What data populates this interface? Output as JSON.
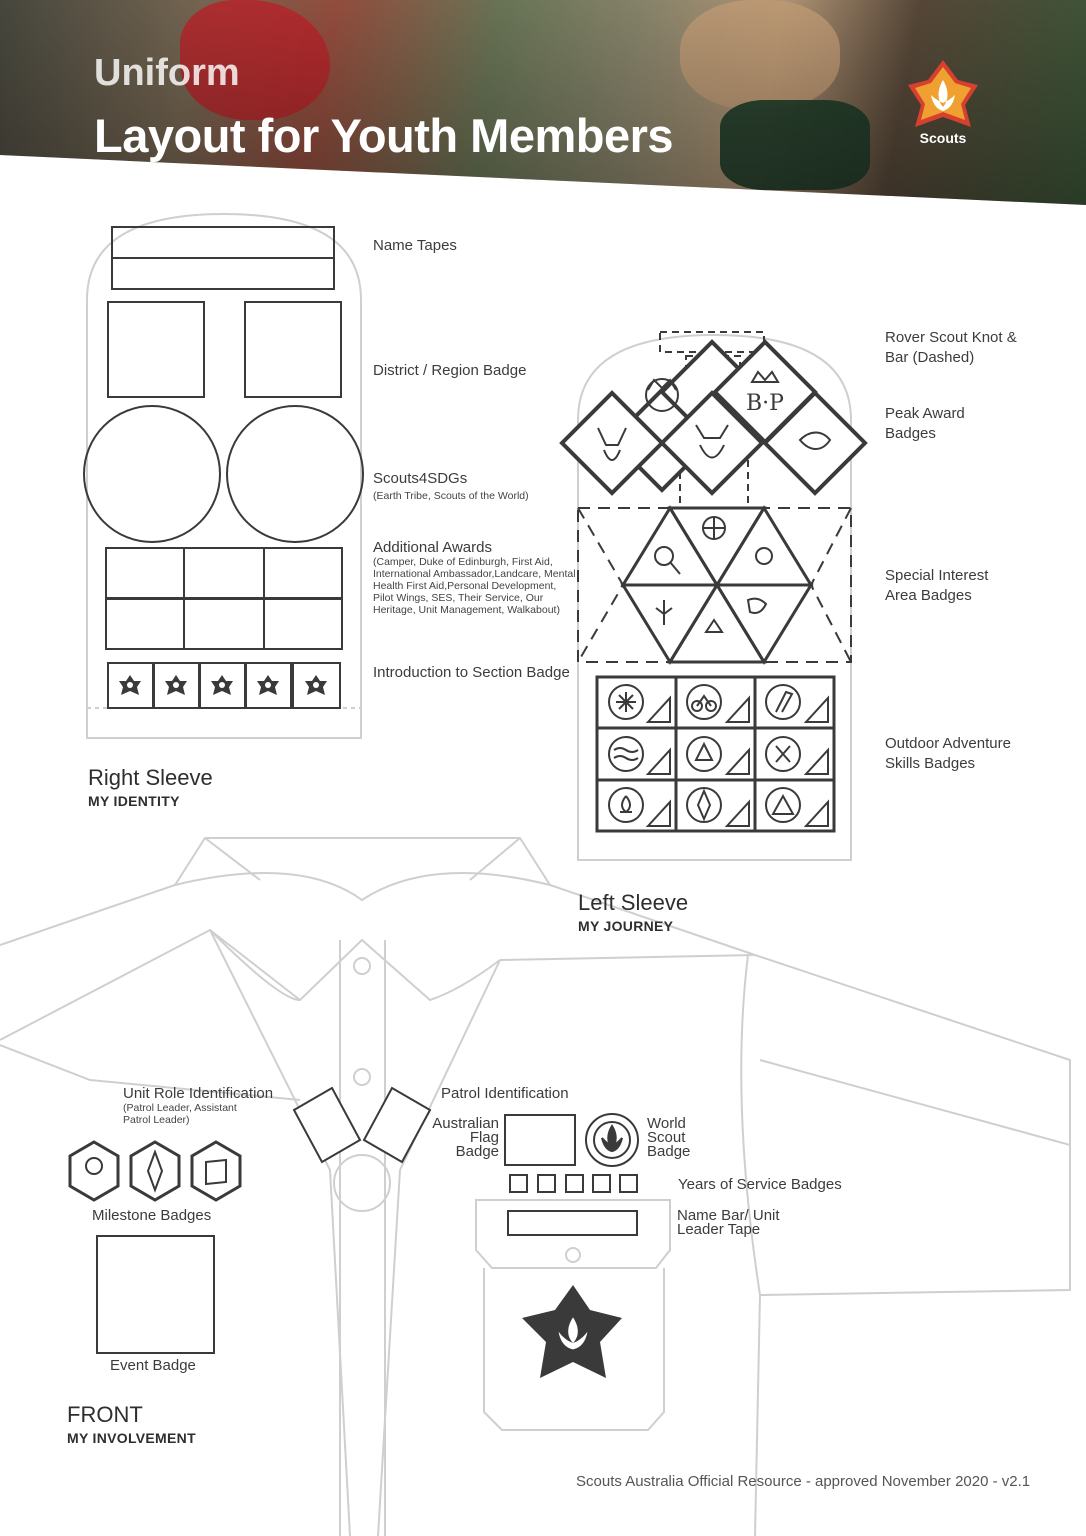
{
  "header": {
    "subtitle": "Uniform",
    "title": "Layout for Youth Members",
    "logo_text": "Scouts"
  },
  "right_sleeve": {
    "title": "Right Sleeve",
    "subtitle": "MY IDENTITY",
    "labels": {
      "name_tapes": "Name Tapes",
      "district": "District / Region Badge",
      "sdgs": "Scouts4SDGs",
      "sdgs_note": "(Earth Tribe, Scouts of the World)",
      "additional": "Additional Awards",
      "additional_note": "(Camper, Duke of Edinburgh, First Aid, International Ambassador,Landcare, Mental Health First Aid,Personal Development, Pilot Wings, SES, Their Service, Our Heritage, Unit Management, Walkabout)",
      "intro": "Introduction to Section Badge"
    }
  },
  "left_sleeve": {
    "title": "Left Sleeve",
    "subtitle": "MY JOURNEY",
    "labels": {
      "rover": "Rover Scout Knot & Bar (Dashed)",
      "peak": "Peak Award Badges",
      "sia": "Special Interest Area Badges",
      "oas": "Outdoor Adventure Skills Badges"
    }
  },
  "front": {
    "title": "FRONT",
    "subtitle": "MY INVOLVEMENT",
    "labels": {
      "unit_role": "Unit Role Identification",
      "unit_role_note": "(Patrol Leader, Assistant Patrol Leader)",
      "patrol": "Patrol Identification",
      "flag": "Australian Flag Badge",
      "world": "World Scout Badge",
      "years": "Years of Service Badges",
      "name_bar": "Name Bar/ Unit Leader Tape",
      "milestone": "Milestone Badges",
      "event": "Event Badge"
    }
  },
  "footer": "Scouts Australia Official Resource - approved November 2020 - v2.1",
  "colors": {
    "outline": "#c8c8c8",
    "badge": "#3a3a3a",
    "brand_red": "#c0272d"
  }
}
